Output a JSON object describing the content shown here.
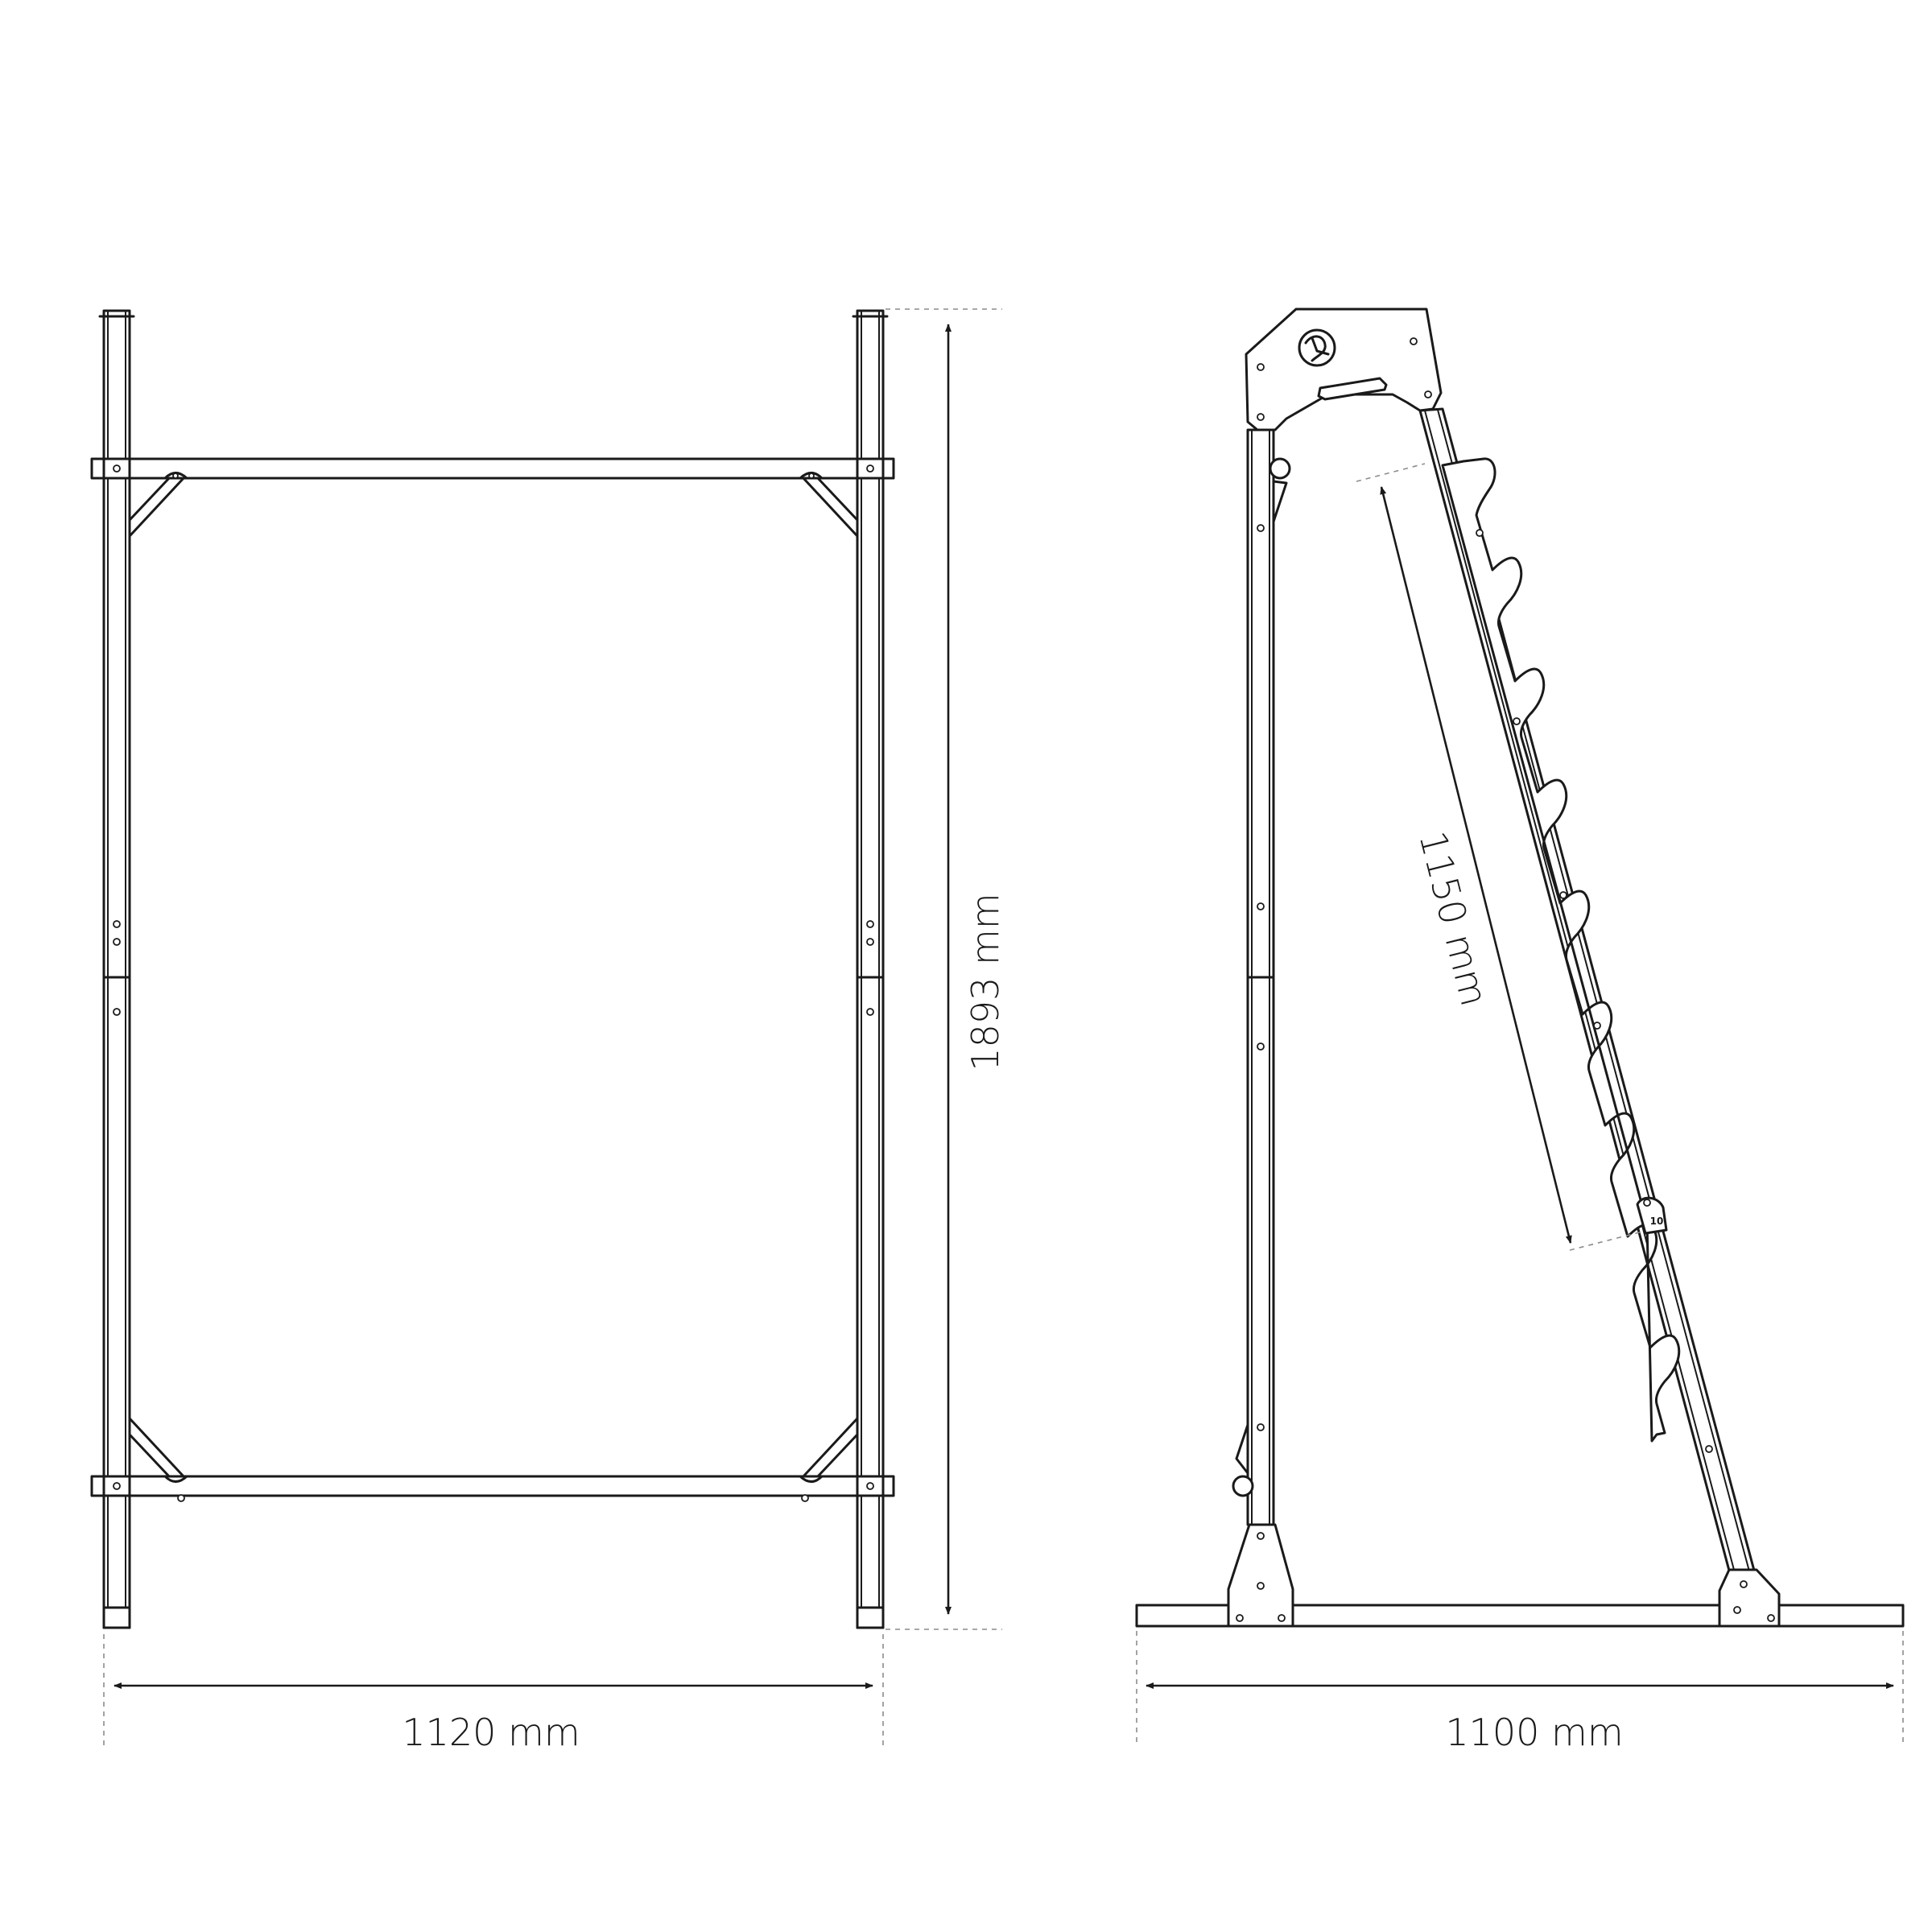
{
  "diagram": {
    "front_view": {
      "width_label": "1120 mm",
      "height_label": "1893 mm"
    },
    "side_view": {
      "depth_label": "1100 mm",
      "rack_length_label": "1150 mm",
      "badge_text": "10"
    },
    "colors": {
      "line": "#1a1a1a",
      "dashed_guide": "#8c8c8c",
      "background": "#ffffff"
    }
  }
}
